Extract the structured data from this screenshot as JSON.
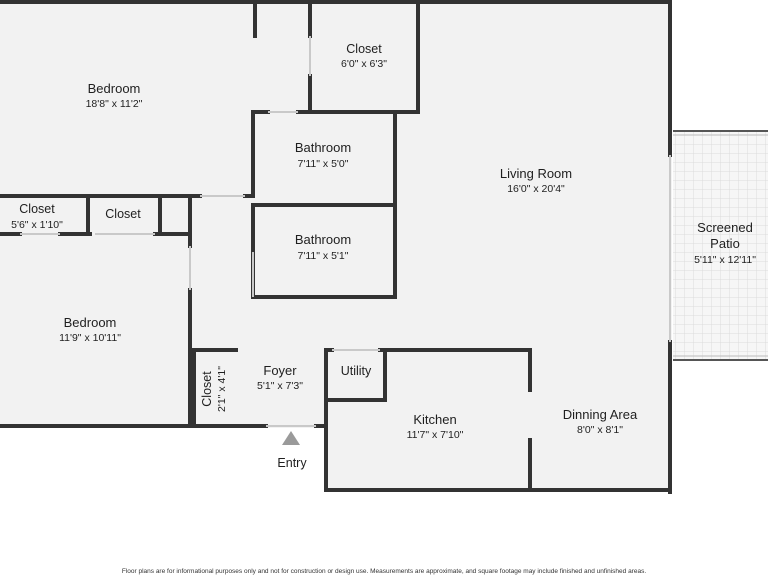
{
  "rooms": {
    "bedroom_top": {
      "name": "Bedroom",
      "dims": "18'8\" x 11'2\""
    },
    "closet_top": {
      "name": "Closet",
      "dims": "6'0\" x 6'3\""
    },
    "bath_upper": {
      "name": "Bathroom",
      "dims": "7'11\" x 5'0\""
    },
    "bath_lower": {
      "name": "Bathroom",
      "dims": "7'11\" x 5'1\""
    },
    "living": {
      "name": "Living Room",
      "dims": "16'0\" x 20'4\""
    },
    "closet_left": {
      "name": "Closet",
      "dims": "5'6\" x 1'10\""
    },
    "closet_mid": {
      "name": "Closet"
    },
    "patio": {
      "name_line1": "Screened",
      "name_line2": "Patio",
      "dims": "5'11\" x 12'11\""
    },
    "bedroom_bottom": {
      "name": "Bedroom",
      "dims": "11'9\" x 10'11\""
    },
    "closet_foyer": {
      "name": "Closet",
      "dims": "2'1\" x 4'1\""
    },
    "foyer": {
      "name": "Foyer",
      "dims": "5'1\" x 7'3\""
    },
    "utility": {
      "name": "Utility"
    },
    "kitchen": {
      "name": "Kitchen",
      "dims": "11'7\" x 7'10\""
    },
    "dining": {
      "name": "Dinning Area",
      "dims": "8'0\" x 8'1\""
    }
  },
  "entry": {
    "label": "Entry"
  },
  "disclaimer": "Floor plans are for informational purposes only and not for construction or design use. Measurements are approximate, and square footage may include finished and unfinished areas.",
  "colors": {
    "wall": "#333333",
    "floor": "#f2f2f2",
    "patio": "#f7f7f7",
    "marker": "#9a9a9a"
  }
}
